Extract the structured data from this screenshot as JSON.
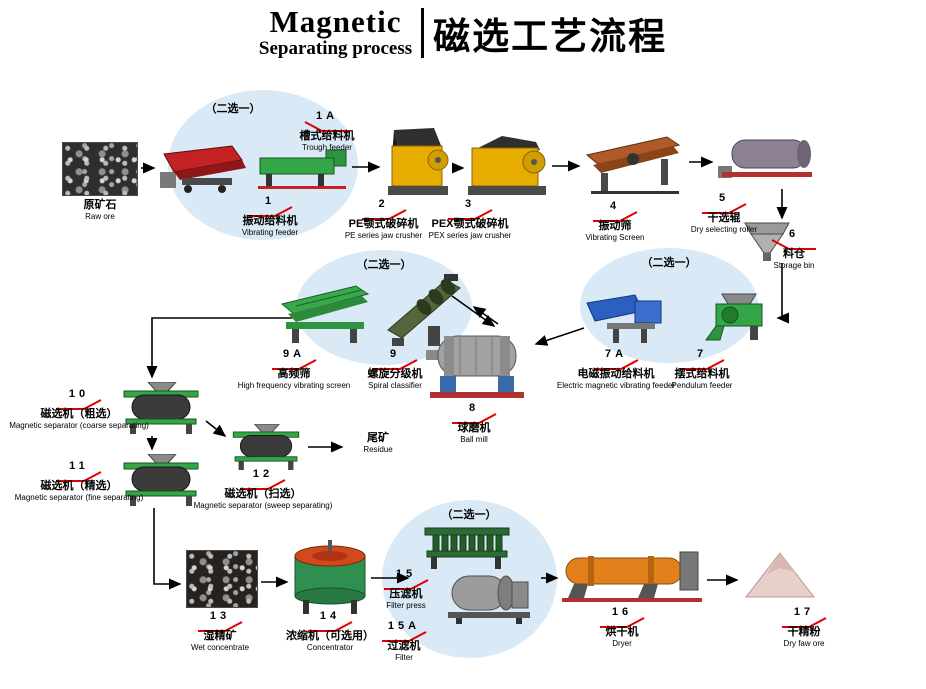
{
  "title": {
    "en_line1": "Magnetic",
    "en_line2": "Separating process",
    "zh": "磁选工艺流程"
  },
  "choose_one": "（二选一）",
  "nodes": {
    "raw_ore": {
      "zh": "原矿石",
      "en": "Raw ore"
    },
    "vibrating_feeder": {
      "num": "1",
      "zh": "振动给料机",
      "en": "Vibrating feeder"
    },
    "trough_feeder": {
      "num": "1A",
      "zh": "槽式给料机",
      "en": "Trough feeder"
    },
    "pe_jaw_crusher": {
      "num": "2",
      "zh": "PE颚式破碎机",
      "en": "PE series jaw crusher"
    },
    "pex_jaw_crusher": {
      "num": "3",
      "zh": "PEX颚式破碎机",
      "en": "PEX series jaw crusher"
    },
    "vibrating_screen": {
      "num": "4",
      "zh": "振动筛",
      "en": "Vibrating Screen"
    },
    "dry_selecting_roller": {
      "num": "5",
      "zh": "干选辊",
      "en": "Dry selecting roller"
    },
    "storage_bin": {
      "num": "6",
      "zh": "料仓",
      "en": "Storage bin"
    },
    "pendulum_feeder": {
      "num": "7",
      "zh": "摆式给料机",
      "en": "Pendulum feeder"
    },
    "em_vibrating_feeder": {
      "num": "7A",
      "zh": "电磁振动给料机",
      "en": "Electric magnetic vibrating feeder"
    },
    "ball_mill": {
      "num": "8",
      "zh": "球磨机",
      "en": "Ball mill"
    },
    "spiral_classifier": {
      "num": "9",
      "zh": "螺旋分级机",
      "en": "Spiral classifier"
    },
    "high_freq_screen": {
      "num": "9A",
      "zh": "高频筛",
      "en": "High frequency vibrating screen"
    },
    "mag_sep_coarse": {
      "num": "10",
      "zh": "磁选机（粗选）",
      "en": "Magnetic separator (coarse separating)"
    },
    "mag_sep_fine": {
      "num": "11",
      "zh": "磁选机（精选）",
      "en": "Magnetic separator (fine separating)"
    },
    "mag_sep_sweep": {
      "num": "12",
      "zh": "磁选机（扫选）",
      "en": "Magnetic separator (sweep separating)"
    },
    "residue": {
      "zh": "尾矿",
      "en": "Residue"
    },
    "wet_concentrate": {
      "num": "13",
      "zh": "湿精矿",
      "en": "Wet concentrate"
    },
    "concentrator": {
      "num": "14",
      "zh": "浓缩机（可选用）",
      "en": "Concentrator"
    },
    "filter_press": {
      "num": "15",
      "zh": "压滤机",
      "en": "Filter press"
    },
    "filter": {
      "num": "15A",
      "zh": "过滤机",
      "en": "Filter"
    },
    "dryer": {
      "num": "16",
      "zh": "烘干机",
      "en": "Dryer"
    },
    "dry_fine_ore": {
      "num": "17",
      "zh": "干精粉",
      "en": "Dry faw ore"
    }
  }
}
